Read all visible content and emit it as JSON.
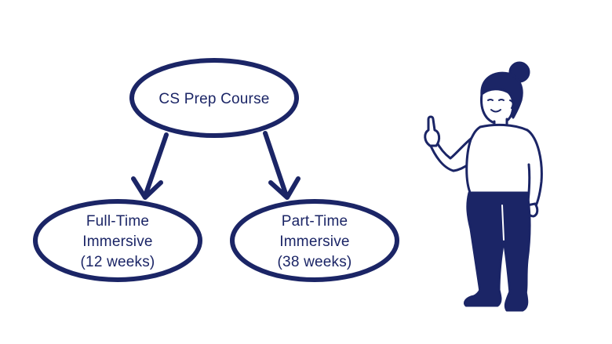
{
  "diagram": {
    "root": {
      "label": "CS Prep Course"
    },
    "children": [
      {
        "lines": [
          "Full-Time",
          "Immersive",
          "(12 weeks)"
        ]
      },
      {
        "lines": [
          "Part-Time",
          "Immersive",
          "(38 weeks)"
        ]
      }
    ]
  },
  "illustration": {
    "subject": "person-pointing-up-icon"
  },
  "colors": {
    "ink": "#1b2566",
    "background": "#ffffff"
  }
}
